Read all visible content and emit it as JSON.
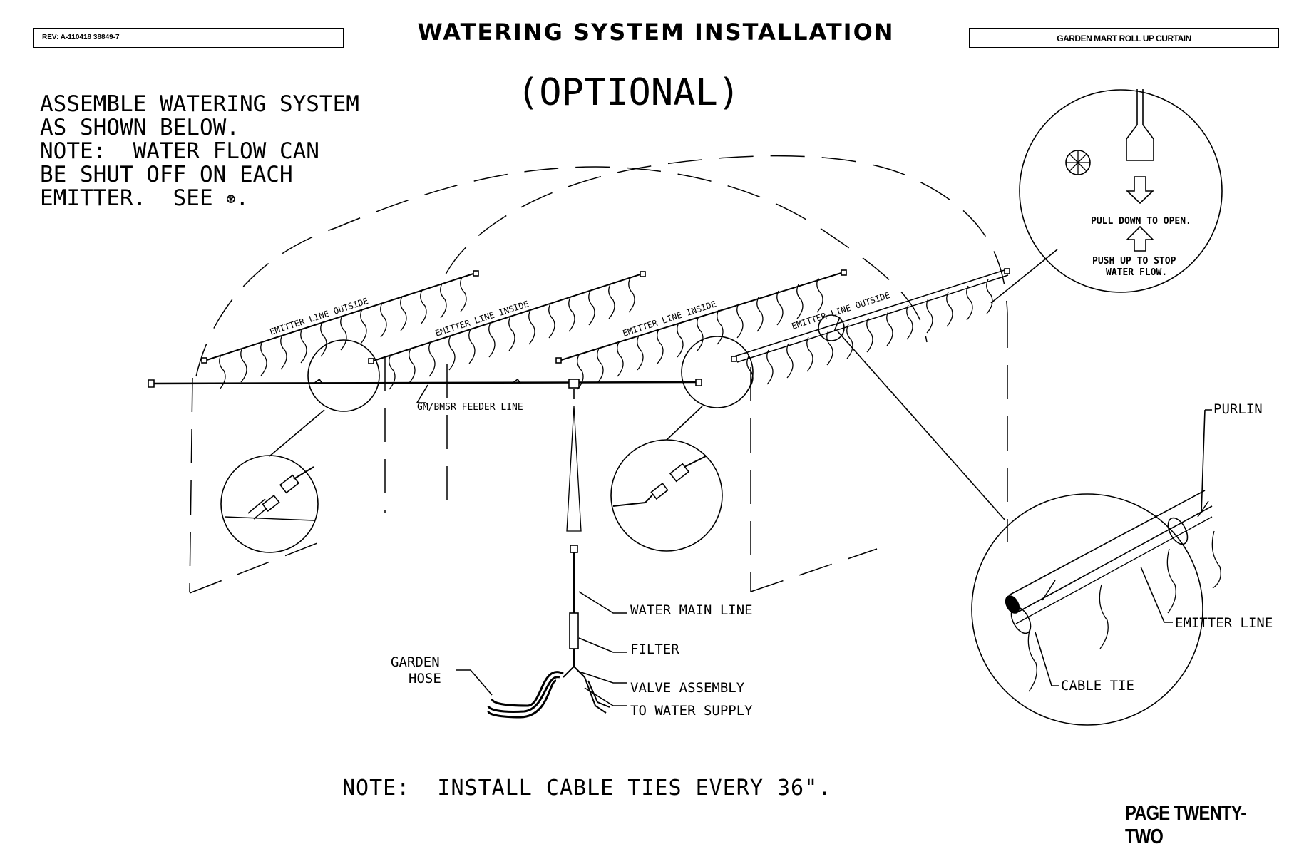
{
  "header": {
    "revision": "REV: A-110418    38849-7",
    "title": "WATERING SYSTEM INSTALLATION",
    "model": "GARDEN MART ROLL UP CURTAIN"
  },
  "subtitle": "(OPTIONAL)",
  "instructions": {
    "line1": "ASSEMBLE WATERING SYSTEM",
    "line2": "AS SHOWN BELOW.",
    "line3": "NOTE:  WATER FLOW CAN",
    "line4": "BE SHUT OFF ON EACH",
    "line5": "EMITTER.  SEE ",
    "line5_end": "."
  },
  "emitter_lines": {
    "outside_left": "EMITTER LINE OUTSIDE",
    "inside_left": "EMITTER LINE INSIDE",
    "inside_right": "EMITTER LINE INSIDE",
    "outside_right": "EMITTER LINE OUTSIDE"
  },
  "feeder_line": "GM/BMSR FEEDER LINE",
  "valve_detail": {
    "pull": "PULL DOWN TO OPEN.",
    "push1": "PUSH UP TO STOP",
    "push2": "WATER FLOW."
  },
  "callouts": {
    "water_main_line": "WATER MAIN LINE",
    "filter": "FILTER",
    "valve_assembly": "VALVE ASSEMBLY",
    "to_water_supply": "TO WATER SUPPLY",
    "garden_hose_1": "GARDEN",
    "garden_hose_2": "HOSE",
    "purlin": "PURLIN",
    "emitter_line": "EMITTER LINE",
    "cable_tie": "CABLE TIE"
  },
  "footer_note": "NOTE:  INSTALL CABLE TIES EVERY 36\".",
  "page_number": "PAGE TWENTY-TWO"
}
